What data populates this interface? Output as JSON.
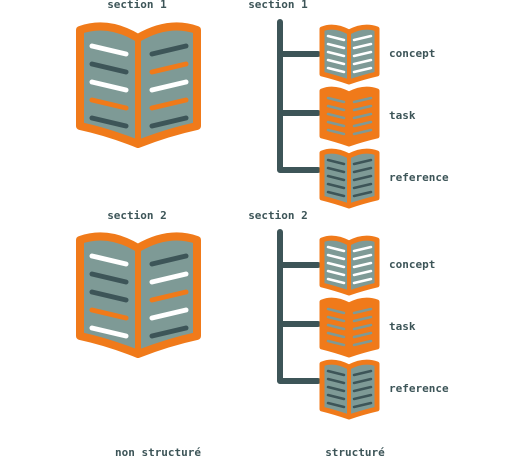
{
  "colors": {
    "orange": "#f07a1a",
    "grey": "#7e9a96",
    "dark": "#3d5558",
    "white": "#ffffff"
  },
  "groups": [
    {
      "heading_left": "section 1",
      "heading_right": "section 1",
      "branches": [
        {
          "label": "concept",
          "style": "concept"
        },
        {
          "label": "task",
          "style": "task"
        },
        {
          "label": "reference",
          "style": "reference"
        }
      ]
    },
    {
      "heading_left": "section 2",
      "heading_right": "section 2",
      "branches": [
        {
          "label": "concept",
          "style": "concept"
        },
        {
          "label": "task",
          "style": "task"
        },
        {
          "label": "reference",
          "style": "reference"
        }
      ]
    }
  ],
  "footer": {
    "left": "non structuré",
    "right": "structuré"
  }
}
